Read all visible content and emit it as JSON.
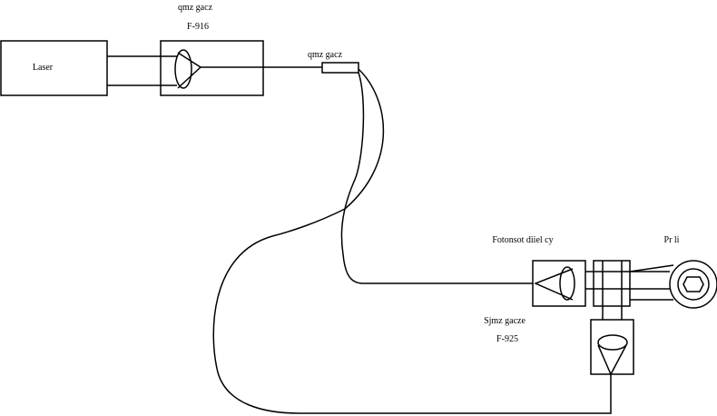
{
  "labels": {
    "laser": "Laser",
    "coupler_top_line1": "qmz gacz",
    "coupler_top_line2": "F-916",
    "connector": "qmz gacz",
    "photodetector": "Fotonsot diiel cy",
    "probe": "Pr  li",
    "lower_line1": "Sjmz gacze",
    "lower_line2": "F-925"
  }
}
